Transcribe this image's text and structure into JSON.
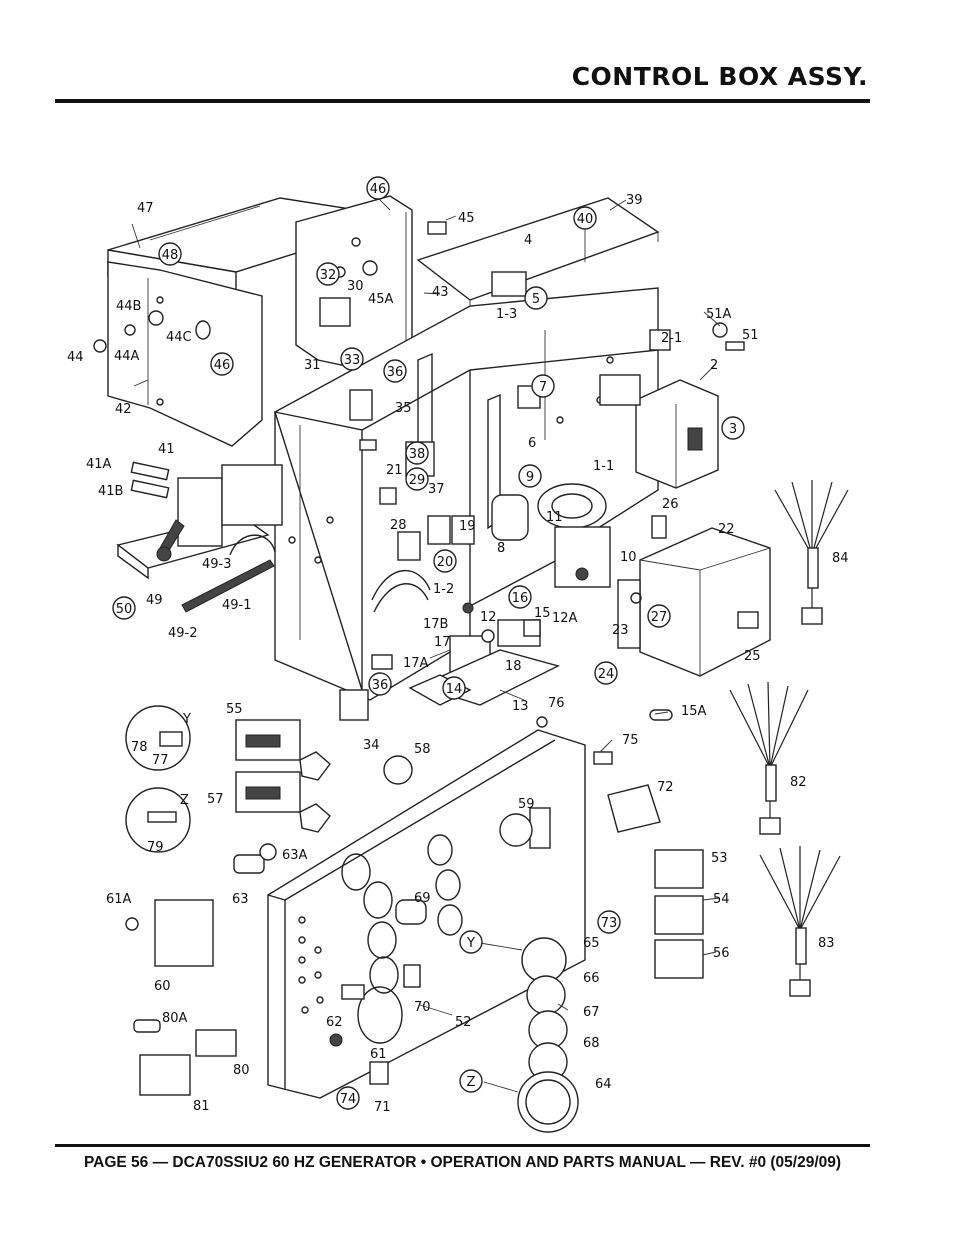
{
  "header": {
    "title": "CONTROL BOX ASSY."
  },
  "footer": {
    "text": "PAGE 56 — DCA70SSIU2 60 HZ GENERATOR • OPERATION AND PARTS MANUAL — REV. #0 (05/29/09)"
  },
  "callouts": [
    {
      "id": "c47",
      "text": "47",
      "circled": false
    },
    {
      "id": "c46a",
      "text": "46",
      "circled": true
    },
    {
      "id": "c45",
      "text": "45",
      "circled": false
    },
    {
      "id": "c39",
      "text": "39",
      "circled": false
    },
    {
      "id": "c40",
      "text": "40",
      "circled": true
    },
    {
      "id": "c48",
      "text": "48",
      "circled": true
    },
    {
      "id": "c4",
      "text": "4",
      "circled": false
    },
    {
      "id": "c32",
      "text": "32",
      "circled": true
    },
    {
      "id": "c30",
      "text": "30",
      "circled": false
    },
    {
      "id": "c43",
      "text": "43",
      "circled": false
    },
    {
      "id": "c45A",
      "text": "45A",
      "circled": false
    },
    {
      "id": "c5",
      "text": "5",
      "circled": true
    },
    {
      "id": "c44B",
      "text": "44B",
      "circled": false
    },
    {
      "id": "c13a",
      "text": "1-3",
      "circled": false
    },
    {
      "id": "c51A",
      "text": "51A",
      "circled": false
    },
    {
      "id": "c44C",
      "text": "44C",
      "circled": false
    },
    {
      "id": "c51",
      "text": "51",
      "circled": false
    },
    {
      "id": "c44",
      "text": "44",
      "circled": false
    },
    {
      "id": "c44A",
      "text": "44A",
      "circled": false
    },
    {
      "id": "c21a",
      "text": "2-1",
      "circled": false
    },
    {
      "id": "c46b",
      "text": "46",
      "circled": true
    },
    {
      "id": "c31",
      "text": "31",
      "circled": false
    },
    {
      "id": "c33",
      "text": "33",
      "circled": true
    },
    {
      "id": "c36a",
      "text": "36",
      "circled": true
    },
    {
      "id": "c2",
      "text": "2",
      "circled": false
    },
    {
      "id": "c42",
      "text": "42",
      "circled": false
    },
    {
      "id": "c35",
      "text": "35",
      "circled": false
    },
    {
      "id": "c7",
      "text": "7",
      "circled": true
    },
    {
      "id": "c3",
      "text": "3",
      "circled": true
    },
    {
      "id": "c6",
      "text": "6",
      "circled": false
    },
    {
      "id": "c41",
      "text": "41",
      "circled": false
    },
    {
      "id": "c38",
      "text": "38",
      "circled": true
    },
    {
      "id": "c41A",
      "text": "41A",
      "circled": false
    },
    {
      "id": "c21",
      "text": "21",
      "circled": false
    },
    {
      "id": "c29",
      "text": "29",
      "circled": true
    },
    {
      "id": "c37",
      "text": "37",
      "circled": false
    },
    {
      "id": "c9",
      "text": "9",
      "circled": true
    },
    {
      "id": "c11a",
      "text": "1-1",
      "circled": false
    },
    {
      "id": "c41B",
      "text": "41B",
      "circled": false
    },
    {
      "id": "c26",
      "text": "26",
      "circled": false
    },
    {
      "id": "c11",
      "text": "11",
      "circled": false
    },
    {
      "id": "c28",
      "text": "28",
      "circled": false
    },
    {
      "id": "c19",
      "text": "19",
      "circled": false
    },
    {
      "id": "c22",
      "text": "22",
      "circled": false
    },
    {
      "id": "c8",
      "text": "8",
      "circled": false
    },
    {
      "id": "c10",
      "text": "10",
      "circled": false
    },
    {
      "id": "c84",
      "text": "84",
      "circled": false
    },
    {
      "id": "c20",
      "text": "20",
      "circled": true
    },
    {
      "id": "c493",
      "text": "49-3",
      "circled": false
    },
    {
      "id": "c12",
      "text": "1-2",
      "circled": false
    },
    {
      "id": "c16",
      "text": "16",
      "circled": true
    },
    {
      "id": "c27",
      "text": "27",
      "circled": true
    },
    {
      "id": "c50",
      "text": "50",
      "circled": true
    },
    {
      "id": "c49",
      "text": "49",
      "circled": false
    },
    {
      "id": "c491",
      "text": "49-1",
      "circled": false
    },
    {
      "id": "c12b",
      "text": "12",
      "circled": false
    },
    {
      "id": "c15",
      "text": "15",
      "circled": false
    },
    {
      "id": "c12A",
      "text": "12A",
      "circled": false
    },
    {
      "id": "c23",
      "text": "23",
      "circled": false
    },
    {
      "id": "c17B",
      "text": "17B",
      "circled": false
    },
    {
      "id": "c492",
      "text": "49-2",
      "circled": false
    },
    {
      "id": "c17",
      "text": "17",
      "circled": false
    },
    {
      "id": "c18",
      "text": "18",
      "circled": false
    },
    {
      "id": "c25",
      "text": "25",
      "circled": false
    },
    {
      "id": "c17A",
      "text": "17A",
      "circled": false
    },
    {
      "id": "c24",
      "text": "24",
      "circled": true
    },
    {
      "id": "c36b",
      "text": "36",
      "circled": true
    },
    {
      "id": "c14",
      "text": "14",
      "circled": true
    },
    {
      "id": "c13",
      "text": "13",
      "circled": false
    },
    {
      "id": "c76",
      "text": "76",
      "circled": false
    },
    {
      "id": "c15A",
      "text": "15A",
      "circled": false
    },
    {
      "id": "c55",
      "text": "55",
      "circled": false
    },
    {
      "id": "cY",
      "text": "Y",
      "circled": false
    },
    {
      "id": "c34",
      "text": "34",
      "circled": false
    },
    {
      "id": "c58",
      "text": "58",
      "circled": false
    },
    {
      "id": "c75",
      "text": "75",
      "circled": false
    },
    {
      "id": "c78",
      "text": "78",
      "circled": false
    },
    {
      "id": "c77",
      "text": "77",
      "circled": false
    },
    {
      "id": "c72",
      "text": "72",
      "circled": false
    },
    {
      "id": "c82",
      "text": "82",
      "circled": false
    },
    {
      "id": "c57",
      "text": "57",
      "circled": false
    },
    {
      "id": "c59",
      "text": "59",
      "circled": false
    },
    {
      "id": "cZ",
      "text": "Z",
      "circled": false
    },
    {
      "id": "c79",
      "text": "79",
      "circled": false
    },
    {
      "id": "c63A",
      "text": "63A",
      "circled": false
    },
    {
      "id": "c53",
      "text": "53",
      "circled": false
    },
    {
      "id": "c63",
      "text": "63",
      "circled": false
    },
    {
      "id": "c61A",
      "text": "61A",
      "circled": false
    },
    {
      "id": "c69",
      "text": "69",
      "circled": false
    },
    {
      "id": "c54",
      "text": "54",
      "circled": false
    },
    {
      "id": "c73",
      "text": "73",
      "circled": true
    },
    {
      "id": "cY2",
      "text": "Y",
      "circled": true
    },
    {
      "id": "c65",
      "text": "65",
      "circled": false
    },
    {
      "id": "c56",
      "text": "56",
      "circled": false
    },
    {
      "id": "c83",
      "text": "83",
      "circled": false
    },
    {
      "id": "c60",
      "text": "60",
      "circled": false
    },
    {
      "id": "c66",
      "text": "66",
      "circled": false
    },
    {
      "id": "c80A",
      "text": "80A",
      "circled": false
    },
    {
      "id": "c70",
      "text": "70",
      "circled": false
    },
    {
      "id": "c52",
      "text": "52",
      "circled": false
    },
    {
      "id": "c67",
      "text": "67",
      "circled": false
    },
    {
      "id": "c62",
      "text": "62",
      "circled": false
    },
    {
      "id": "c68",
      "text": "68",
      "circled": false
    },
    {
      "id": "c80",
      "text": "80",
      "circled": false
    },
    {
      "id": "c61",
      "text": "61",
      "circled": false
    },
    {
      "id": "cZ2",
      "text": "Z",
      "circled": true
    },
    {
      "id": "c64",
      "text": "64",
      "circled": false
    },
    {
      "id": "c74",
      "text": "74",
      "circled": true
    },
    {
      "id": "c71",
      "text": "71",
      "circled": false
    },
    {
      "id": "c81",
      "text": "81",
      "circled": false
    }
  ]
}
